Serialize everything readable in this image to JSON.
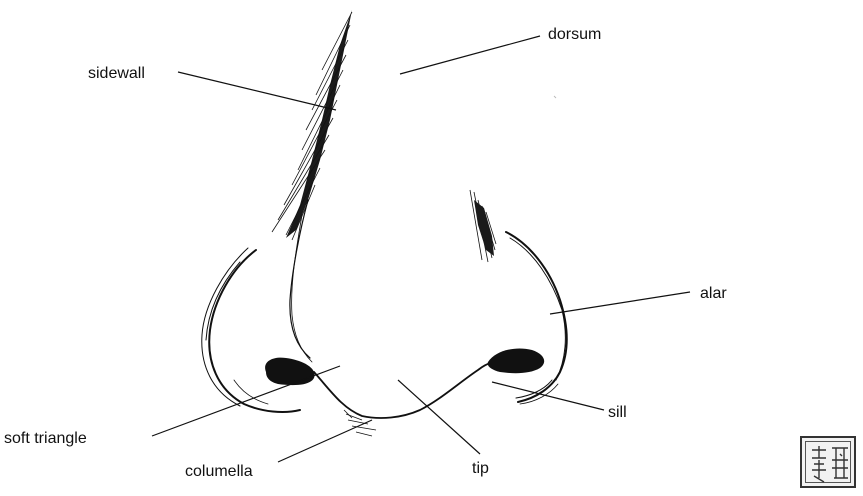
{
  "labels": {
    "dorsum": "dorsum",
    "sidewall": "sidewall",
    "alar": "alar",
    "sill": "sill",
    "soft_triangle": "soft triangle",
    "columella": "columella",
    "tip": "tip"
  },
  "seal": {
    "text": "趙"
  },
  "colors": {
    "ink": "#111111",
    "background": "#ffffff"
  }
}
